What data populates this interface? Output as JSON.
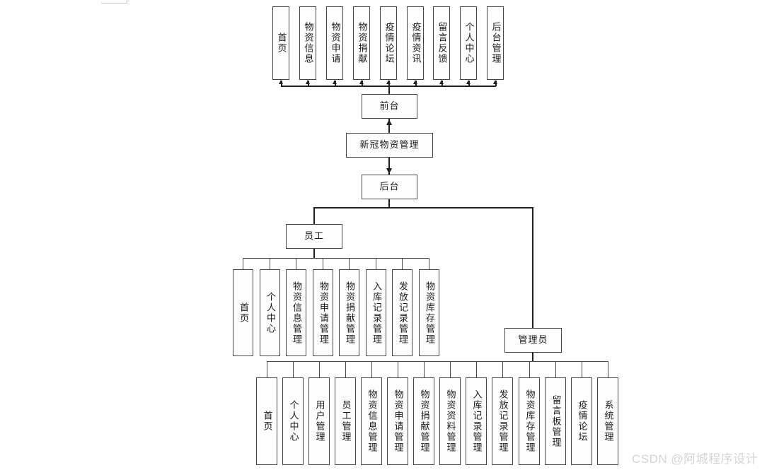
{
  "diagram": {
    "root": {
      "label": "新冠物资管理"
    },
    "front": {
      "label": "前台"
    },
    "back": {
      "label": "后台"
    },
    "staff": {
      "label": "员工"
    },
    "admin": {
      "label": "管理员"
    },
    "front_menu": [
      "首页",
      "物资信息",
      "物资申请",
      "物资捐献",
      "疫情论坛",
      "疫情资讯",
      "留言反馈",
      "个人中心",
      "后台管理"
    ],
    "staff_menu": [
      "首页",
      "个人中心",
      "物资信息管理",
      "物资申请管理",
      "物资捐献管理",
      "入库记录管理",
      "发放记录管理",
      "物资库存管理"
    ],
    "admin_menu": [
      "首页",
      "个人中心",
      "用户管理",
      "员工管理",
      "物资信息管理",
      "物资申请管理",
      "物资捐献管理",
      "物资资料管理",
      "入库记录管理",
      "发放记录管理",
      "物资库存管理",
      "留言板管理",
      "疫情论坛",
      "系统管理"
    ]
  },
  "watermark": {
    "text": "CSDN @阿城程序设计"
  },
  "colors": {
    "box_border": "#454545",
    "box_fill": "#fdfdfe",
    "line": "#4a4a4a",
    "line_dark": "#1f1f1f",
    "text": "#1a1a1a",
    "watermark": "#d4d4d4",
    "page_mark": "#c6c6c6"
  }
}
